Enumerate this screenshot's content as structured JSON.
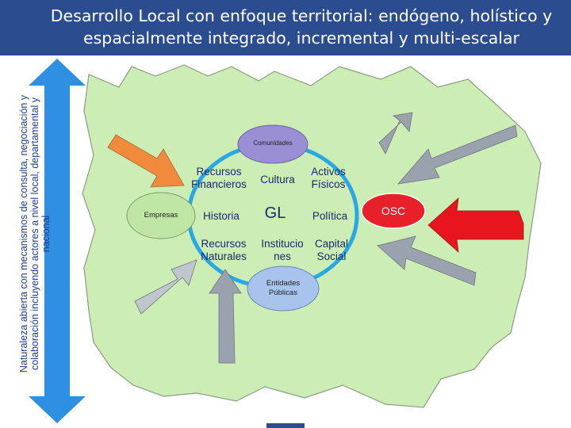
{
  "title": "Desarrollo Local con enfoque territorial: endógeno, holístico y espacialmente integrado, incremental y multi-escalar",
  "side_text": "Naturaleza abierta con mecanismos de consulta, negociación y colaboración incluyendo actores a nivel local, departamental y nacional",
  "nodes": {
    "comunidades": "Comunidades",
    "empresas": "Empresas",
    "entidades": "Entidades Públicas",
    "osc": "OSC"
  },
  "inner": {
    "recursos_financieros": "Recursos Financieros",
    "cultura": "Cultura",
    "activos_fisicos": "Activos Físicos",
    "historia": "Historia",
    "gl": "GL",
    "politica": "Política",
    "recursos_naturales": "Recursos Naturales",
    "instituciones": "Institucio nes",
    "capital_social": "Capital Social"
  },
  "colors": {
    "title_bar": "#2b4c8e",
    "blue_arrow": "#2f8fe0",
    "territory": "#ccedb4",
    "ring": "#2aa8e6",
    "orange_arrow": "#f08a3c",
    "red_arrow": "#e8141e",
    "grey_arrow": "#9aa3ad",
    "oval_purple": "#9b8fd4",
    "oval_green": "#bfe6a4",
    "oval_blue": "#a8c4ec",
    "osc_red": "#e8202a"
  }
}
